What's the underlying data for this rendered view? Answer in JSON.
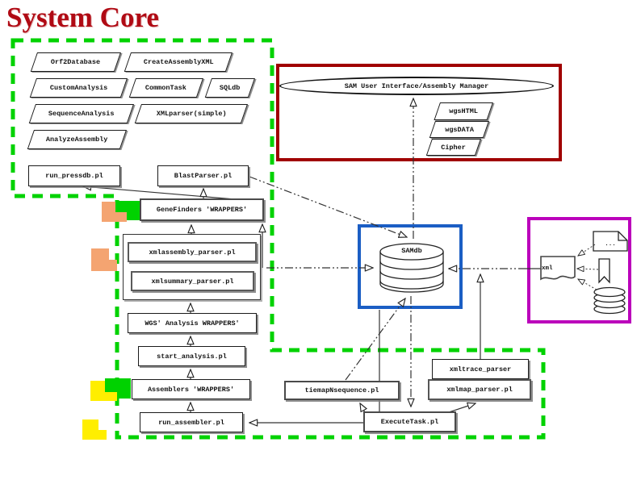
{
  "title": "System Core",
  "colors": {
    "green": "#00d200",
    "red_frame": "#a00000",
    "blue_frame": "#1b5ec4",
    "purple_frame": "#bb00bb",
    "orange": "#f4a471",
    "yellow": "#ffee00",
    "title_red": "#b00a14"
  },
  "nodes": {
    "orf2database": "Orf2Database",
    "createassemblyxml": "CreateAssemblyXML",
    "customanalysis": "CustomAnalysis",
    "commontask": "CommonTask",
    "sqldb": "SQLdb",
    "sequenceanalysis": "SequenceAnalysis",
    "xmlparser": "XMLparser(simple)",
    "analyzeassembly": "AnalyzeAssembly",
    "sam_ui": "SAM User Interface/Assembly Manager",
    "wgshtml": "wgsHTML",
    "wgsdata": "wgsDATA",
    "cipher": "Cipher",
    "run_pressdb": "run_pressdb.pl",
    "blastparser": "BlastParser.pl",
    "genefinders": "GeneFinders 'WRAPPERS'",
    "xmlassembly": "xmlassembly_parser.pl",
    "xmlsummary": "xmlsummary_parser.pl",
    "wgsanalysis": "WGS' Analysis WRAPPERS'",
    "startanalysis": "start_analysis.pl",
    "assemblers": "Assemblers 'WRAPPERS'",
    "runassembler": "run_assembler.pl",
    "samdb": "SAMdb",
    "tiemap": "tiemapNsequence.pl",
    "xmltrace": "xmltrace_parser",
    "xmlmap": "xmlmap_parser.pl",
    "executetask": "ExecuteTask.pl",
    "xml_doc": "xml",
    "doc_dots": "..."
  }
}
